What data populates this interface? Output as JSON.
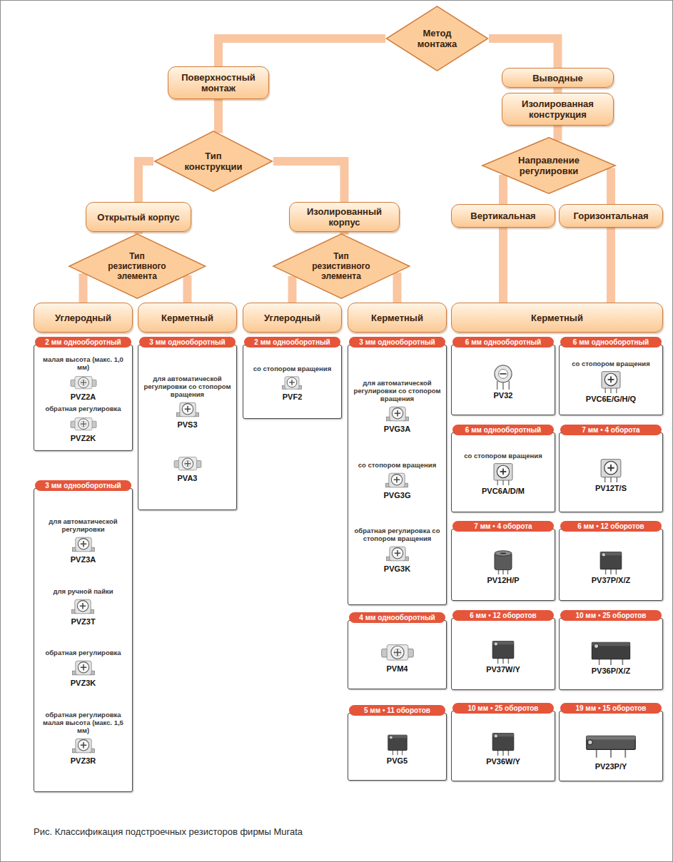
{
  "diagram": {
    "caption": "Рис. Классификация подстроечных резисторов фирмы Murata",
    "nodes": [
      {
        "text": [
          "Метод монтажа"
        ]
      },
      {
        "text": [
          "Поверхностный монтаж"
        ]
      },
      {
        "text": [
          "Выводные"
        ]
      },
      {
        "text": [
          "Изолированная конструкция"
        ]
      },
      {
        "text": [
          "Тип конструкции"
        ]
      },
      {
        "text": [
          "Направление регулировки"
        ]
      },
      {
        "text": [
          "Открытый корпус"
        ]
      },
      {
        "text": [
          "Изолированный корпус"
        ]
      },
      {
        "text": [
          "Вертикальная"
        ]
      },
      {
        "text": [
          "Горизонтальная"
        ]
      },
      {
        "text": [
          "Тип резистивного элемента"
        ]
      },
      {
        "text": [
          "Тип резистивного элемента"
        ]
      },
      {
        "text": [
          "Углеродный"
        ]
      },
      {
        "text": [
          "Керметный"
        ]
      },
      {
        "text": [
          "Углеродный"
        ]
      },
      {
        "text": [
          "Керметный"
        ]
      },
      {
        "text": [
          "Керметный"
        ]
      },
      {
        "text": [
          "2 мм однооборотный",
          "малая высота (макс. 1,0 мм)",
          "PVZ2A",
          "обратная регулировка",
          "PVZ2K"
        ]
      },
      {
        "text": [
          "3 мм однооборотный",
          "для автоматической регулировки со стопором вращения",
          "PVS3",
          "PVA3"
        ]
      },
      {
        "text": [
          "2 мм однооборотный",
          "со стопором вращения",
          "PVF2"
        ]
      },
      {
        "text": [
          "3 мм однооборотный",
          "для автоматической регулировки со стопором вращения",
          "PVG3A",
          "со стопором вращения",
          "PVG3G",
          "обратная регулировка со стопором вращения",
          "PVG3K"
        ]
      },
      {
        "text": [
          "3 мм однооборотный",
          "для автоматической регулировки",
          "PVZ3A",
          "для ручной пайки",
          "PVZ3T",
          "обратная регулировка",
          "PVZ3K",
          "обратная регулировка малая высота (макс. 1,5 мм)",
          "PVZ3R"
        ]
      },
      {
        "text": [
          "4 мм однооборотный",
          "PVM4"
        ]
      },
      {
        "text": [
          "5 мм • 11 оборотов",
          "PVG5"
        ]
      },
      {
        "text": [
          "6 мм однооборотный",
          "PV32"
        ]
      },
      {
        "text": [
          "6 мм однооборотный",
          "со стопором вращения",
          "PVC6A/D/M"
        ]
      },
      {
        "text": [
          "7 мм • 4 оборота",
          "PV12H/P"
        ]
      },
      {
        "text": [
          "6 мм • 12 оборотов",
          "PV37W/Y"
        ]
      },
      {
        "text": [
          "10 мм • 25 оборотов",
          "PV36W/Y"
        ]
      },
      {
        "text": [
          "6 мм однооборотный",
          "со стопором вращения",
          "PVC6E/G/H/Q"
        ]
      },
      {
        "text": [
          "7 мм • 4 оборота",
          "PV12T/S"
        ]
      },
      {
        "text": [
          "6 мм • 12 оборотов",
          "PV37P/X/Z"
        ]
      },
      {
        "text": [
          "10 мм • 25 оборотов",
          "PV36P/X/Z"
        ]
      },
      {
        "text": [
          "19 мм • 15 оборотов",
          "PV23P/Y"
        ]
      }
    ],
    "edges": [
      {
        "from": 0,
        "to": 1,
        "arrow": "none"
      },
      {
        "from": 0,
        "to": 2,
        "arrow": "none"
      },
      {
        "from": 2,
        "to": 3,
        "arrow": "none"
      },
      {
        "from": 1,
        "to": 4,
        "arrow": "none"
      },
      {
        "from": 3,
        "to": 5,
        "arrow": "none"
      },
      {
        "from": 4,
        "to": 6,
        "arrow": "none"
      },
      {
        "from": 4,
        "to": 7,
        "arrow": "none"
      },
      {
        "from": 5,
        "to": 8,
        "arrow": "none"
      },
      {
        "from": 5,
        "to": 9,
        "arrow": "none"
      },
      {
        "from": 6,
        "to": 10,
        "arrow": "none"
      },
      {
        "from": 7,
        "to": 11,
        "arrow": "none"
      },
      {
        "from": 10,
        "to": 12,
        "arrow": "none"
      },
      {
        "from": 10,
        "to": 13,
        "arrow": "none"
      },
      {
        "from": 11,
        "to": 14,
        "arrow": "none"
      },
      {
        "from": 11,
        "to": 15,
        "arrow": "none"
      },
      {
        "from": 8,
        "to": 16,
        "arrow": "none"
      },
      {
        "from": 9,
        "to": 16,
        "arrow": "none"
      }
    ]
  }
}
